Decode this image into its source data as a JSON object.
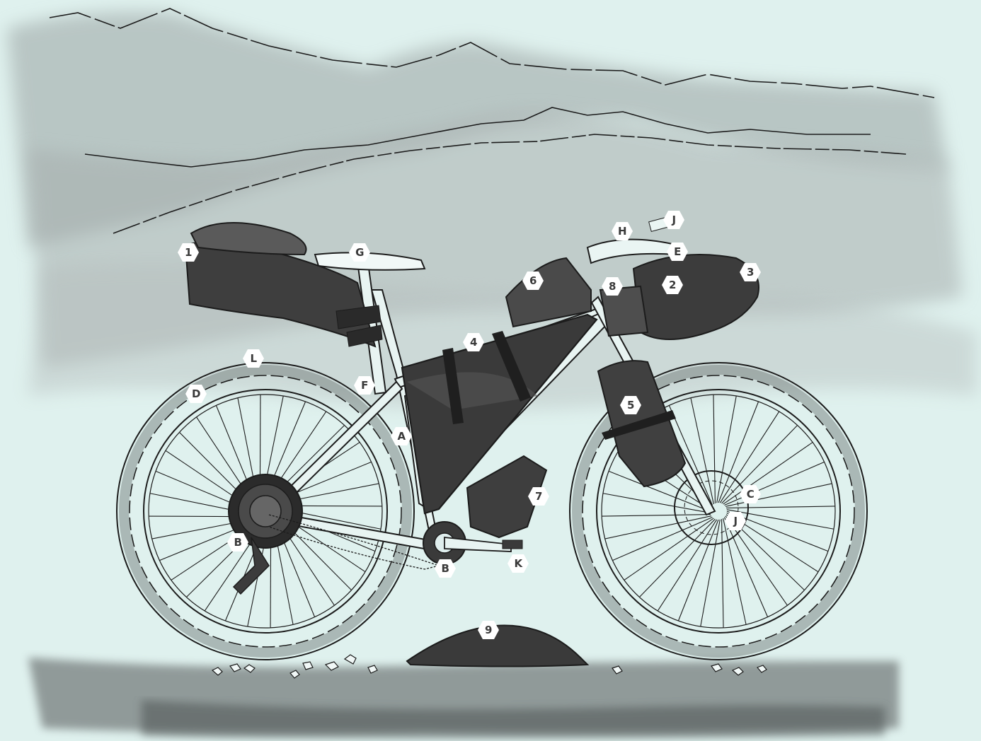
{
  "colors": {
    "background": "#dff1ee",
    "wash_dark": "#3f3f3f",
    "wash_mid": "#8c9493",
    "line": "#1c1c1c",
    "marker_fill": "#ffffff",
    "marker_text": "#3a3a3a"
  },
  "markers": [
    {
      "id": "m-1",
      "label": "1"
    },
    {
      "id": "m-g",
      "label": "G"
    },
    {
      "id": "m-h",
      "label": "H"
    },
    {
      "id": "m-j-top",
      "label": "J"
    },
    {
      "id": "m-e",
      "label": "E"
    },
    {
      "id": "m-3",
      "label": "3"
    },
    {
      "id": "m-6",
      "label": "6"
    },
    {
      "id": "m-8",
      "label": "8"
    },
    {
      "id": "m-2",
      "label": "2"
    },
    {
      "id": "m-4",
      "label": "4"
    },
    {
      "id": "m-l",
      "label": "L"
    },
    {
      "id": "m-d",
      "label": "D"
    },
    {
      "id": "m-f",
      "label": "F"
    },
    {
      "id": "m-5",
      "label": "5"
    },
    {
      "id": "m-a",
      "label": "A"
    },
    {
      "id": "m-7",
      "label": "7"
    },
    {
      "id": "m-c",
      "label": "C"
    },
    {
      "id": "m-j-hub",
      "label": "J"
    },
    {
      "id": "m-b-rear",
      "label": "B"
    },
    {
      "id": "m-b-crank",
      "label": "B"
    },
    {
      "id": "m-k",
      "label": "K"
    },
    {
      "id": "m-9",
      "label": "9"
    }
  ]
}
